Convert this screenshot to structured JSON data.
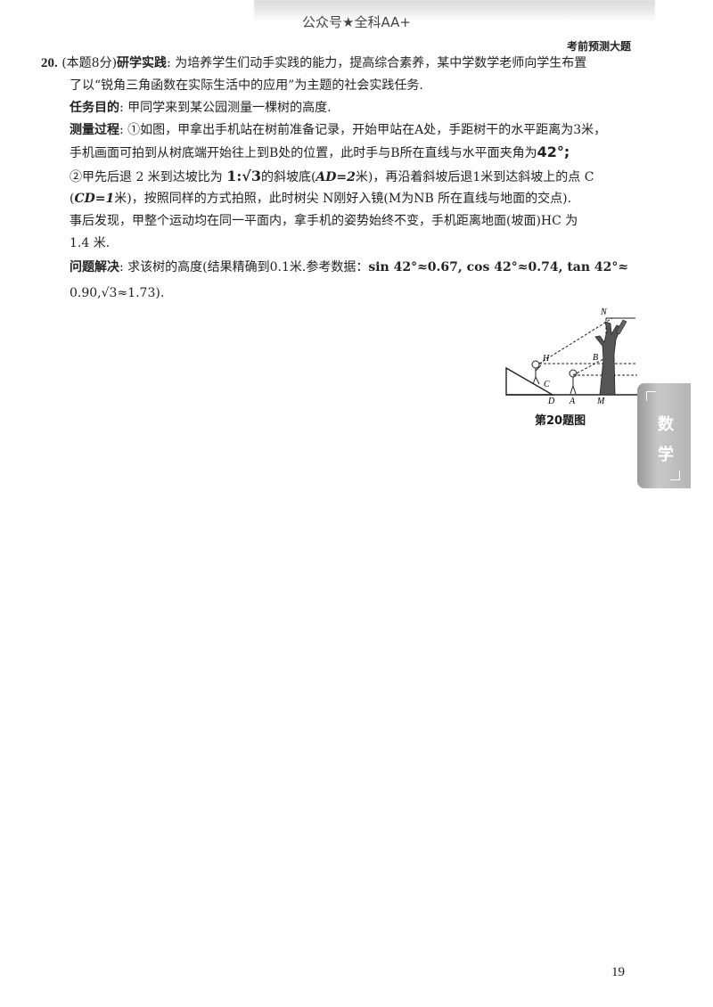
{
  "header": {
    "watermark": "公众号★全科AA+",
    "corner_label": "考前预测大题"
  },
  "question": {
    "number": "20.",
    "intro_rest": "(本题8分)",
    "intro_topic": "研学实践",
    "line1_text": ": 为培养学生们动手实践的能力，提高综合素养，某中学数学老师向学生布置",
    "line2": "了以“锐角三角函数在实际生活中的应用”为主题的社会实践任务.",
    "task_label": "任务目的",
    "task_text": ": 甲同学来到某公园测量一棵树的高度.",
    "process_label": "测量过程",
    "process_line1": ": ①如图，甲拿出手机站在树前准备记录，开始甲站在A处，手距树干的水平距离为3米，",
    "process_line2_a": "手机画面可拍到从树底端开始往上到B处的位置，此时手与B所在直线与水平面夹角为",
    "process_line2_b": "42°;",
    "step2_a": "②甲先后退 2 米到达坡比为 ",
    "step2_ratio": "1:√3",
    "step2_b": "的斜坡底(",
    "step2_ad": "AD=2",
    "step2_c": "米)，再沿着斜坡后退1米到达斜坡上的点 C",
    "step3_a": "(",
    "step3_cd": "CD=1",
    "step3_b": "米)，按照同样的方式拍照，此时树尖 N刚好入镜(M为NB 所在直线与地面的交点).",
    "fact_line1": "事后发现，甲整个运动均在同一平面内，拿手机的姿势始终不变，手机距离地面(坡面)HC 为",
    "fact_line2": "1.4 米.",
    "solve_label": "问题解决",
    "solve_text": ": 求该树的高度(结果精确到0.1米.参考数据：",
    "solve_data": "sin 42°≈0.67, cos 42°≈0.74, tan 42°≈",
    "solve_line2": "0.90,√3≈1.73)."
  },
  "figure": {
    "caption": "第20题图",
    "labels": {
      "N": "N",
      "H": "H",
      "B": "B",
      "C": "C",
      "D": "D",
      "A": "A",
      "M": "M"
    }
  },
  "side_tab": {
    "text": "数学"
  },
  "page_number": "19"
}
